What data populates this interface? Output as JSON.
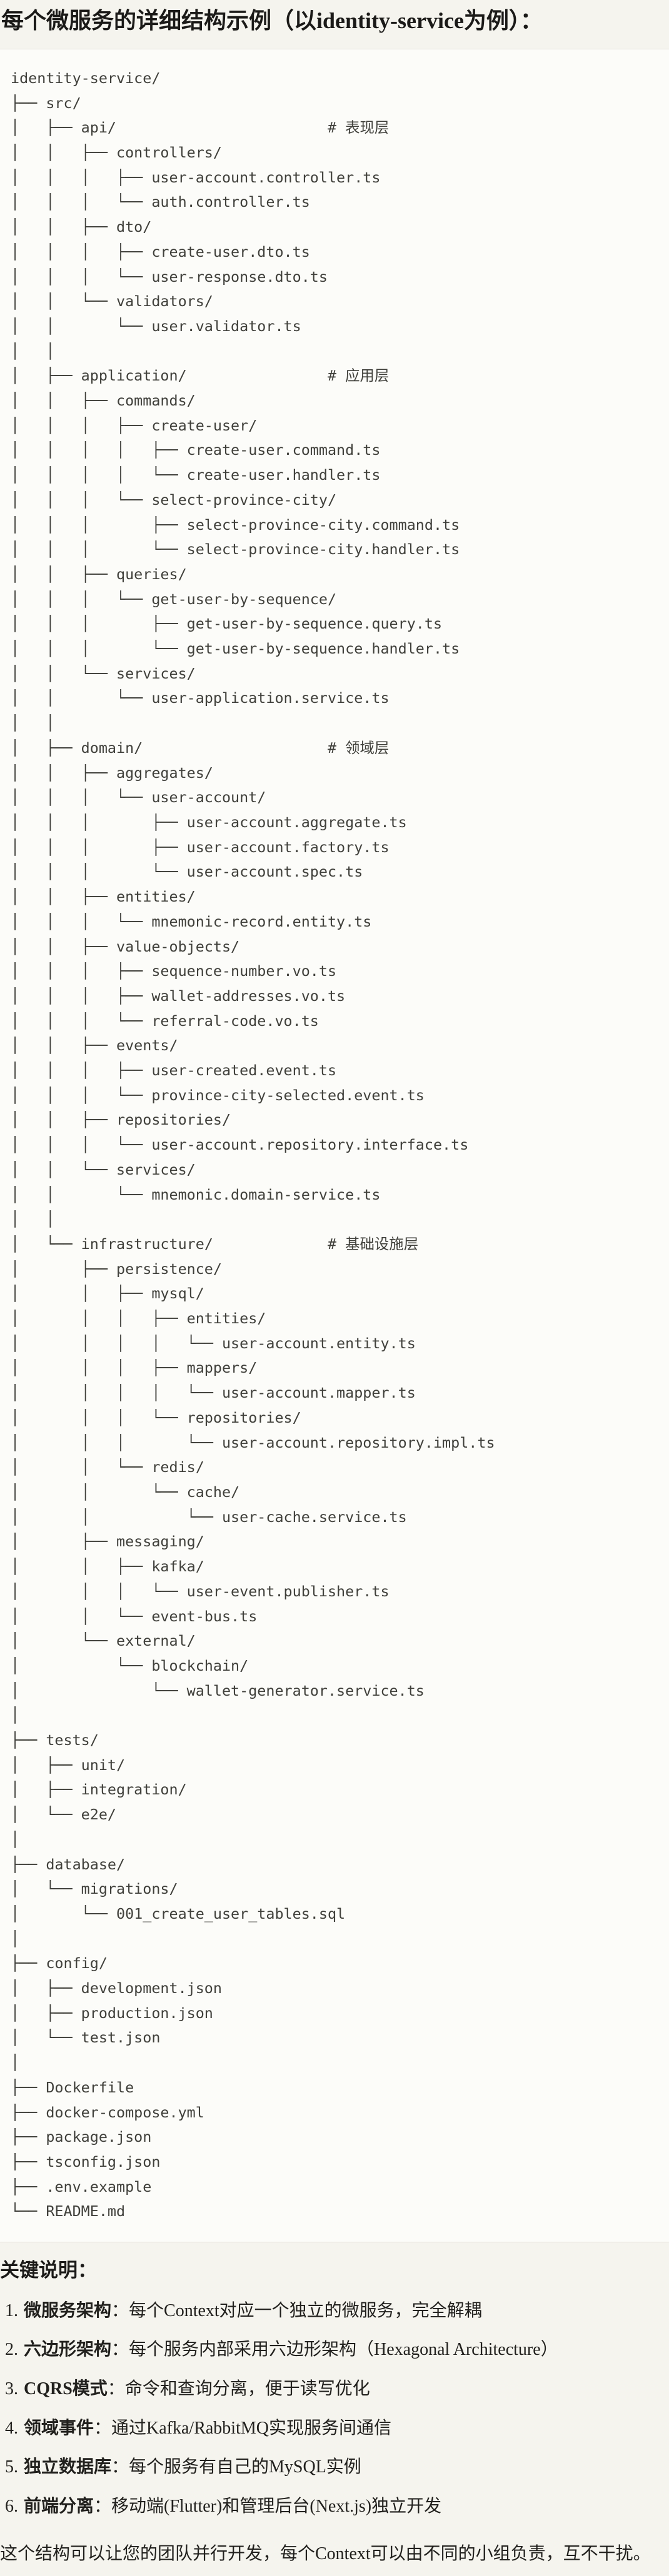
{
  "title": "每个微服务的详细结构示例（以identity-service为例）：",
  "colors": {
    "page_bg": "#f5f4ee",
    "code_block_bg": "#fcfcf9",
    "divider": "#e2e0da",
    "tree_text": "#40403b",
    "prose_text": "#21201d"
  },
  "file_tree": [
    "identity-service/",
    "├── src/",
    "│   ├── api/                        # 表现层",
    "│   │   ├── controllers/",
    "│   │   │   ├── user-account.controller.ts",
    "│   │   │   └── auth.controller.ts",
    "│   │   ├── dto/",
    "│   │   │   ├── create-user.dto.ts",
    "│   │   │   └── user-response.dto.ts",
    "│   │   └── validators/",
    "│   │       └── user.validator.ts",
    "│   │",
    "│   ├── application/                # 应用层",
    "│   │   ├── commands/",
    "│   │   │   ├── create-user/",
    "│   │   │   │   ├── create-user.command.ts",
    "│   │   │   │   └── create-user.handler.ts",
    "│   │   │   └── select-province-city/",
    "│   │   │       ├── select-province-city.command.ts",
    "│   │   │       └── select-province-city.handler.ts",
    "│   │   ├── queries/",
    "│   │   │   └── get-user-by-sequence/",
    "│   │   │       ├── get-user-by-sequence.query.ts",
    "│   │   │       └── get-user-by-sequence.handler.ts",
    "│   │   └── services/",
    "│   │       └── user-application.service.ts",
    "│   │",
    "│   ├── domain/                     # 领域层",
    "│   │   ├── aggregates/",
    "│   │   │   └── user-account/",
    "│   │   │       ├── user-account.aggregate.ts",
    "│   │   │       ├── user-account.factory.ts",
    "│   │   │       └── user-account.spec.ts",
    "│   │   ├── entities/",
    "│   │   │   └── mnemonic-record.entity.ts",
    "│   │   ├── value-objects/",
    "│   │   │   ├── sequence-number.vo.ts",
    "│   │   │   ├── wallet-addresses.vo.ts",
    "│   │   │   └── referral-code.vo.ts",
    "│   │   ├── events/",
    "│   │   │   ├── user-created.event.ts",
    "│   │   │   └── province-city-selected.event.ts",
    "│   │   ├── repositories/",
    "│   │   │   └── user-account.repository.interface.ts",
    "│   │   └── services/",
    "│   │       └── mnemonic.domain-service.ts",
    "│   │",
    "│   └── infrastructure/             # 基础设施层",
    "│       ├── persistence/",
    "│       │   ├── mysql/",
    "│       │   │   ├── entities/",
    "│       │   │   │   └── user-account.entity.ts",
    "│       │   │   ├── mappers/",
    "│       │   │   │   └── user-account.mapper.ts",
    "│       │   │   └── repositories/",
    "│       │   │       └── user-account.repository.impl.ts",
    "│       │   └── redis/",
    "│       │       └── cache/",
    "│       │           └── user-cache.service.ts",
    "│       ├── messaging/",
    "│       │   ├── kafka/",
    "│       │   │   └── user-event.publisher.ts",
    "│       │   └── event-bus.ts",
    "│       └── external/",
    "│           └── blockchain/",
    "│               └── wallet-generator.service.ts",
    "│",
    "├── tests/",
    "│   ├── unit/",
    "│   ├── integration/",
    "│   └── e2e/",
    "│",
    "├── database/",
    "│   └── migrations/",
    "│       └── 001_create_user_tables.sql",
    "│",
    "├── config/",
    "│   ├── development.json",
    "│   ├── production.json",
    "│   └── test.json",
    "│",
    "├── Dockerfile",
    "├── docker-compose.yml",
    "├── package.json",
    "├── tsconfig.json",
    "├── .env.example",
    "└── README.md"
  ],
  "notes": {
    "heading": "关键说明：",
    "items": [
      {
        "num": "1.",
        "label": "微服务架构",
        "text": "：每个Context对应一个独立的微服务，完全解耦"
      },
      {
        "num": "2.",
        "label": "六边形架构",
        "text": "：每个服务内部采用六边形架构（Hexagonal Architecture）"
      },
      {
        "num": "3.",
        "label": "CQRS模式",
        "text": "：命令和查询分离，便于读写优化"
      },
      {
        "num": "4.",
        "label": "领域事件",
        "text": "：通过Kafka/RabbitMQ实现服务间通信"
      },
      {
        "num": "5.",
        "label": "独立数据库",
        "text": "：每个服务有自己的MySQL实例"
      },
      {
        "num": "6.",
        "label": "前端分离",
        "text": "：移动端(Flutter)和管理后台(Next.js)独立开发"
      }
    ]
  },
  "closing": "这个结构可以让您的团队并行开发，每个Context可以由不同的小组负责，互不干扰。"
}
